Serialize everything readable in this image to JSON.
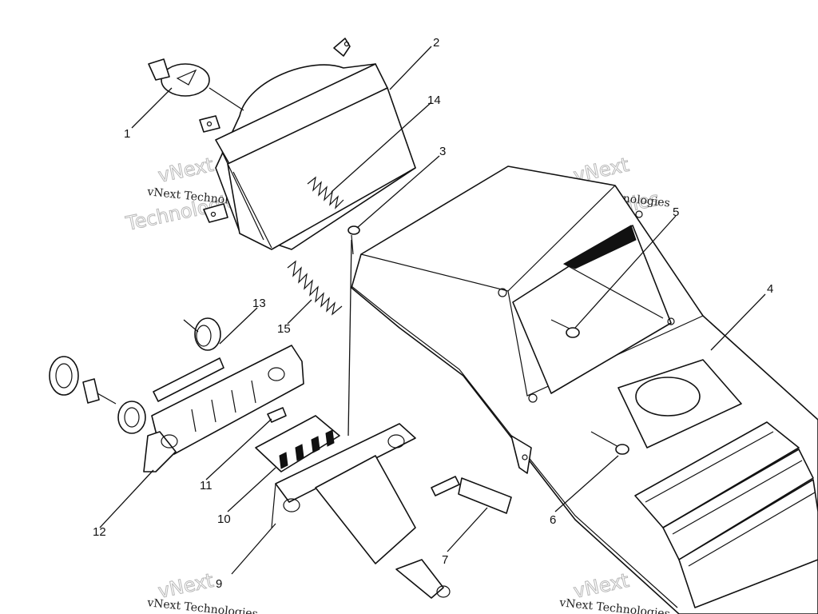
{
  "diagram": {
    "callouts": [
      {
        "id": "c1",
        "label": "1"
      },
      {
        "id": "c2",
        "label": "2"
      },
      {
        "id": "c3",
        "label": "3"
      },
      {
        "id": "c4",
        "label": "4"
      },
      {
        "id": "c5",
        "label": "5"
      },
      {
        "id": "c6",
        "label": "6"
      },
      {
        "id": "c7",
        "label": "7"
      },
      {
        "id": "c9",
        "label": "9"
      },
      {
        "id": "c10",
        "label": "10"
      },
      {
        "id": "c11",
        "label": "11"
      },
      {
        "id": "c12",
        "label": "12"
      },
      {
        "id": "c13",
        "label": "13"
      },
      {
        "id": "c14",
        "label": "14"
      },
      {
        "id": "c15",
        "label": "15"
      }
    ],
    "watermark": {
      "line1": "vNext",
      "line2": "Technologies",
      "full": "vNext Technologies"
    }
  }
}
